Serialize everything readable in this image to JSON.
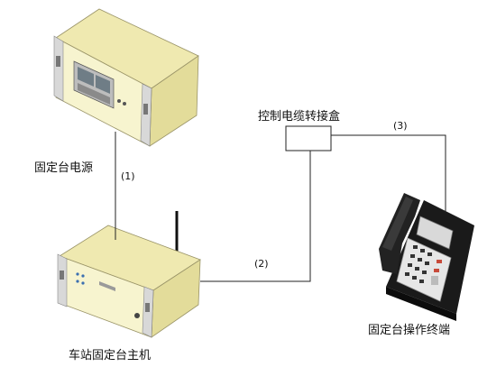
{
  "labels": {
    "power_supply": "固定台电源",
    "junction_box": "控制电缆转接盒",
    "host_unit": "车站固定台主机",
    "terminal": "固定台操作终端"
  },
  "connections": [
    "(1)",
    "(2)",
    "(3)"
  ],
  "colors": {
    "device_face": "#f7f4cf",
    "device_top": "#efe9b0",
    "device_side": "#e3dc9a",
    "terminal_body": "#1a1a1a",
    "line": "#222222"
  }
}
